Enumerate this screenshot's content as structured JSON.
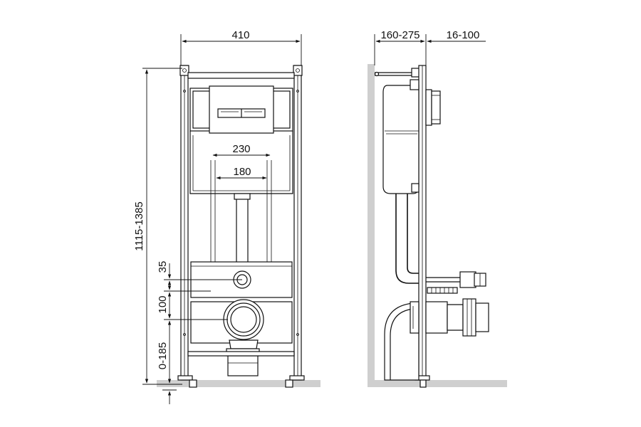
{
  "front_view": {
    "width_label": "410",
    "height_label": "1115-1385",
    "outer_spacing_label": "230",
    "inner_spacing_label": "180",
    "offset_label": "35",
    "drain_label": "100",
    "floor_label": "0-185"
  },
  "side_view": {
    "depth_label": "160-275",
    "wall_gap_label": "16-100"
  },
  "colors": {
    "line": "#111111",
    "floor": "#cfcfcf",
    "background": "#ffffff"
  }
}
